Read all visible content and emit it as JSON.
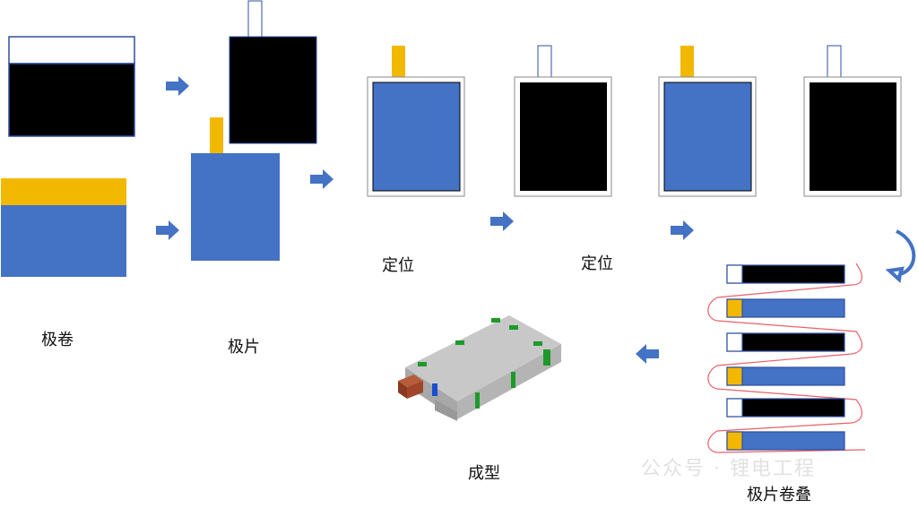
{
  "labels": {
    "electrode_roll": "极卷",
    "electrode_sheet": "极片",
    "positioning_1": "定位",
    "positioning_2": "定位",
    "stacking": "极片卷叠",
    "forming": "成型"
  },
  "watermark": "公众号 · 锂电工程",
  "colors": {
    "cathode_blue": "#4472c4",
    "tab_yellow": "#f2b800",
    "anode_black": "#000000",
    "separator_red": "#e8606a",
    "arrow_blue": "#4472c4"
  }
}
